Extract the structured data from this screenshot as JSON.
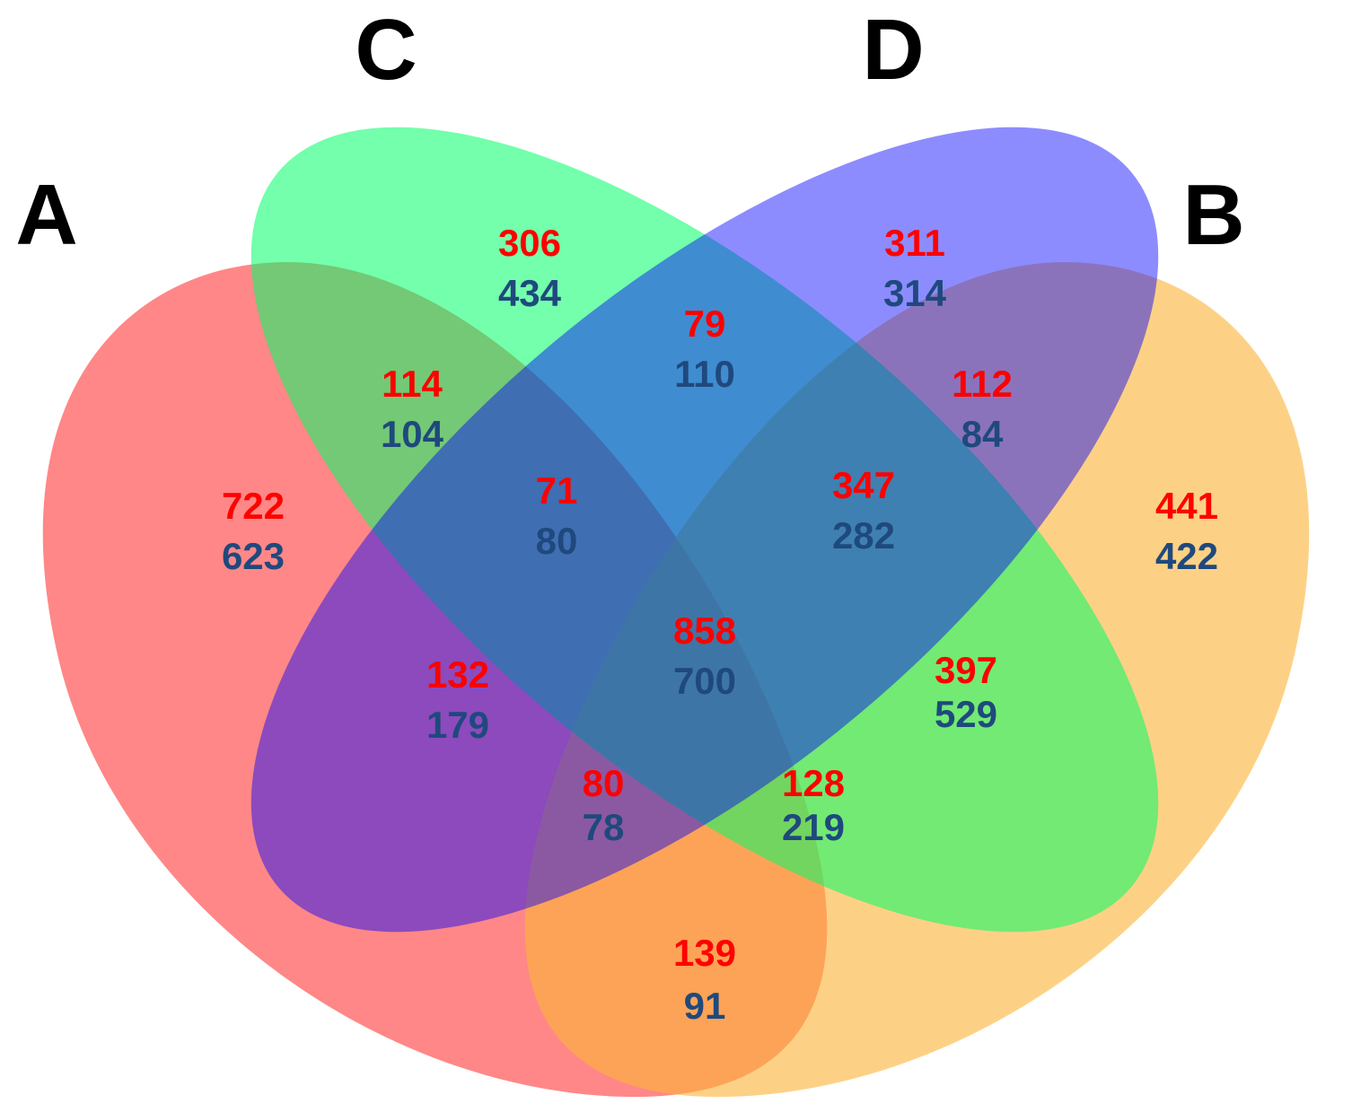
{
  "colors": {
    "set_a": "#ff0000",
    "set_b": "#fbb53a",
    "set_c": "#00ff66",
    "set_d": "#0000ff",
    "value_top": "#ff0000",
    "value_bottom": "#1f497d"
  },
  "set_labels": {
    "a": "A",
    "b": "B",
    "c": "C",
    "d": "D"
  },
  "regions": {
    "a_only": {
      "top": "722",
      "bottom": "623"
    },
    "b_only": {
      "top": "441",
      "bottom": "422"
    },
    "c_only": {
      "top": "306",
      "bottom": "434"
    },
    "d_only": {
      "top": "311",
      "bottom": "314"
    },
    "a_c": {
      "top": "114",
      "bottom": "104"
    },
    "c_d": {
      "top": "79",
      "bottom": "110"
    },
    "d_b": {
      "top": "112",
      "bottom": "84"
    },
    "a_c_d": {
      "top": "71",
      "bottom": "80"
    },
    "c_d_b": {
      "top": "347",
      "bottom": "282"
    },
    "a_c_d_b": {
      "top": "858",
      "bottom": "700"
    },
    "a_d": {
      "top": "132",
      "bottom": "179"
    },
    "c_b": {
      "top": "397",
      "bottom": "529"
    },
    "a_d_b": {
      "top": "80",
      "bottom": "78"
    },
    "a_c_b": {
      "top": "128",
      "bottom": "219"
    },
    "a_b": {
      "top": "139",
      "bottom": "91"
    }
  }
}
